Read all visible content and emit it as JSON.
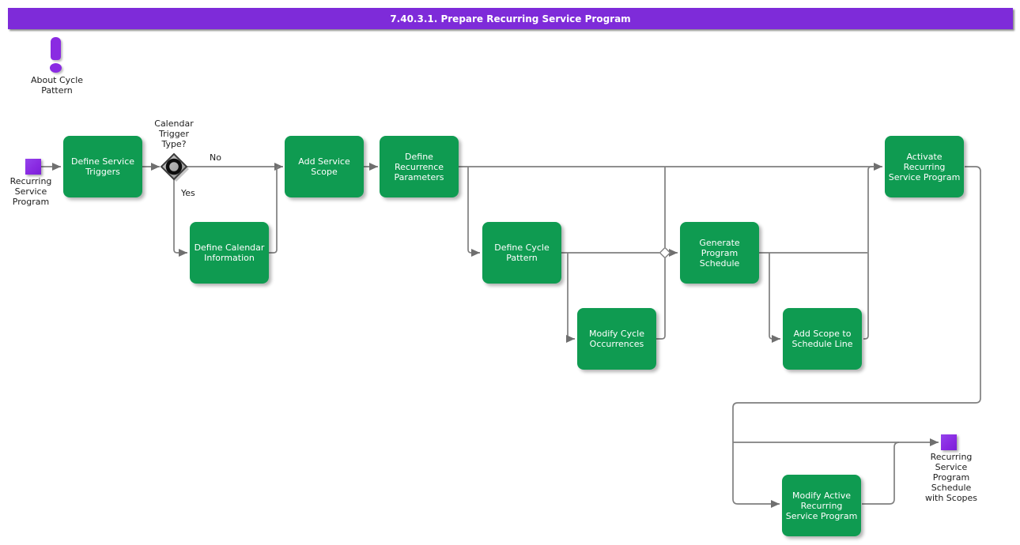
{
  "title_bar": {
    "text": "7.40.3.1. Prepare Recurring Service Program"
  },
  "colors": {
    "purple": "#8a2be2",
    "title_bar": "#7e2bd9",
    "green": "#0f9b51",
    "line": "#7f7f7f",
    "arrow": "#6f6f6f",
    "text_dark": "#1c1c1c"
  },
  "annotation": {
    "label": "About Cycle\nPattern"
  },
  "start_event": {
    "label": "Recurring\nService\nProgram"
  },
  "end_event": {
    "label": "Recurring\nService\nProgram\nSchedule\nwith Scopes"
  },
  "decision": {
    "label": "Calendar\nTrigger\nType?",
    "branch_no": "No",
    "branch_yes": "Yes"
  },
  "tasks": {
    "define_service_triggers": "Define Service\nTriggers",
    "define_calendar_information": "Define Calendar\nInformation",
    "add_service_scope": "Add Service\nScope",
    "define_recurrence_parameters": "Define\nRecurrence\nParameters",
    "define_cycle_pattern": "Define Cycle\nPattern",
    "modify_cycle_occurrences": "Modify Cycle\nOccurrences",
    "generate_program_schedule": "Generate\nProgram\nSchedule",
    "add_scope_to_schedule_line": "Add Scope to\nSchedule Line",
    "activate_recurring_service_program": "Activate\nRecurring\nService Program",
    "modify_active_recurring_service_program": "Modify Active\nRecurring\nService Program"
  }
}
